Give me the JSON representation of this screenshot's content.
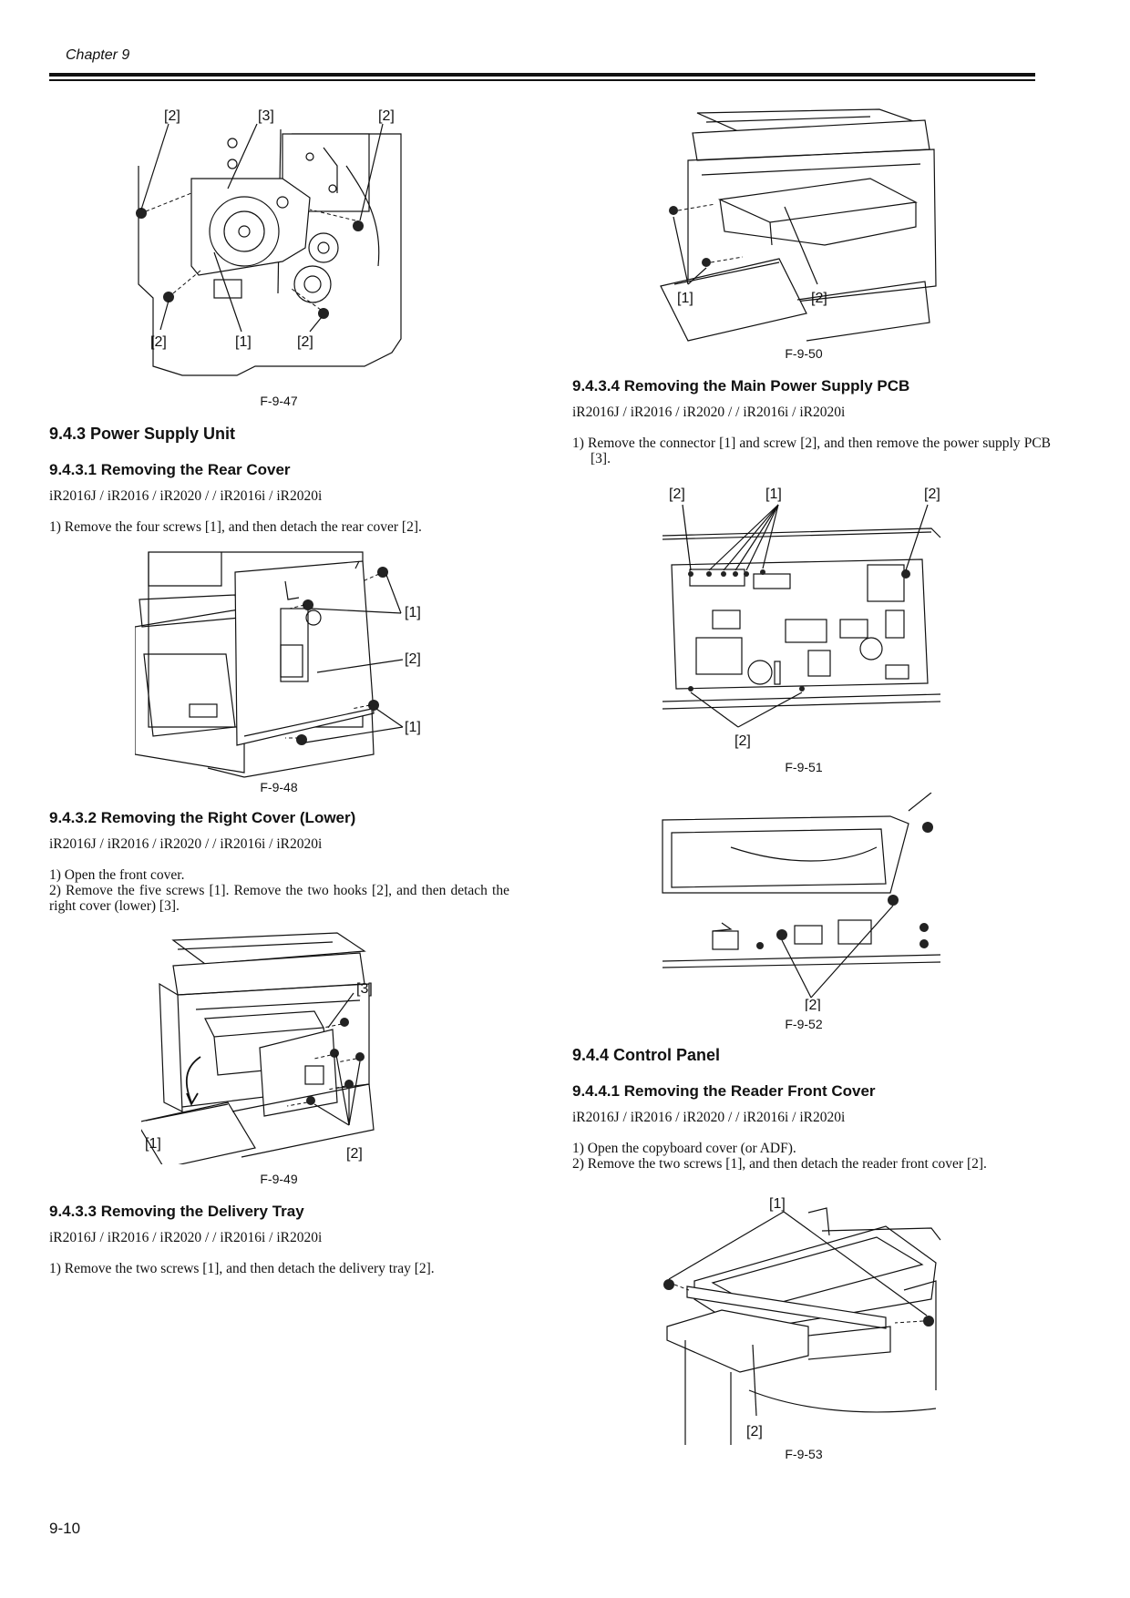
{
  "header": {
    "chapter": "Chapter 9"
  },
  "left": {
    "fig47": {
      "caption": "F-9-47",
      "callouts": {
        "a": "[2]",
        "b": "[3]",
        "c": "[2]",
        "d": "[2]",
        "e": "[1]",
        "f": "[2]"
      }
    },
    "s943": {
      "heading": "9.4.3 Power Supply Unit"
    },
    "s9431": {
      "heading": "9.4.3.1 Removing the Rear Cover",
      "models": "iR2016J / iR2016 / iR2020 /  / iR2016i / iR2020i",
      "step1": "1) Remove the four screws [1], and then detach the rear cover [2]."
    },
    "fig48": {
      "caption": "F-9-48",
      "callouts": {
        "a": "[1]",
        "b": "[2]",
        "c": "[1]"
      }
    },
    "s9432": {
      "heading": "9.4.3.2 Removing the Right Cover (Lower)",
      "models": "iR2016J / iR2016 / iR2020 /  / iR2016i / iR2020i",
      "step1": "1) Open the front cover.",
      "step2": "2) Remove the five screws [1]. Remove the two hooks [2], and then detach the right cover (lower) [3]."
    },
    "fig49": {
      "caption": "F-9-49",
      "callouts": {
        "a": "[3]",
        "b": "[1]",
        "c": "[2]"
      }
    },
    "s9433": {
      "heading": "9.4.3.3 Removing the Delivery Tray",
      "models": "iR2016J / iR2016 / iR2020 /  / iR2016i / iR2020i",
      "step1": "1) Remove the two screws [1], and then detach the delivery tray [2]."
    }
  },
  "right": {
    "fig50": {
      "caption": "F-9-50",
      "callouts": {
        "a": "[1]",
        "b": "[2]"
      }
    },
    "s9434": {
      "heading": "9.4.3.4 Removing the Main Power Supply PCB",
      "models": "iR2016J / iR2016 / iR2020 /  / iR2016i / iR2020i",
      "step1": "1) Remove the connector [1] and screw [2], and then remove the power supply PCB [3]."
    },
    "fig51": {
      "caption": "F-9-51",
      "callouts": {
        "a": "[2]",
        "b": "[1]",
        "c": "[2]",
        "d": "[2]"
      }
    },
    "fig52": {
      "caption": "F-9-52",
      "callouts": {
        "a": "[2]"
      }
    },
    "s944": {
      "heading": "9.4.4 Control Panel"
    },
    "s9441": {
      "heading": "9.4.4.1 Removing the Reader Front Cover",
      "models": "iR2016J / iR2016 / iR2020 /  / iR2016i / iR2020i",
      "step1": "1) Open the copyboard cover (or ADF).",
      "step2": "2) Remove the two screws [1], and then detach the reader front cover [2]."
    },
    "fig53": {
      "caption": "F-9-53",
      "callouts": {
        "a": "[1]",
        "b": "[2]"
      }
    }
  },
  "footer": {
    "page_number": "9-10"
  }
}
